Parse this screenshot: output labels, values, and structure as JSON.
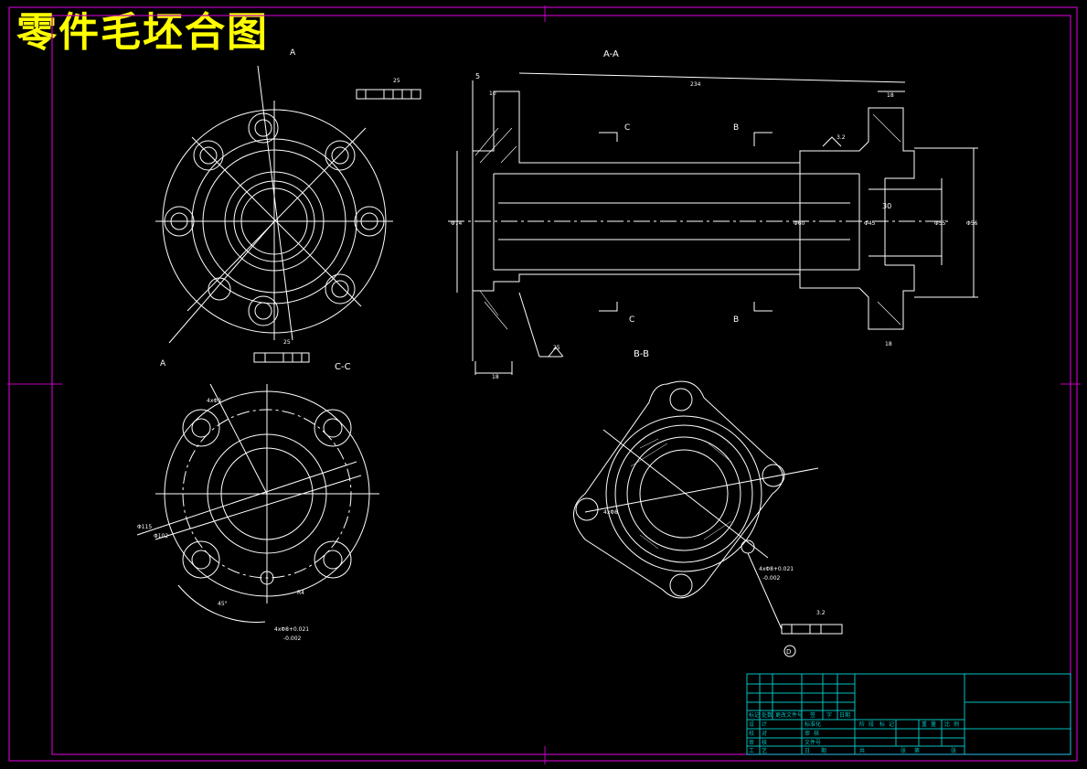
{
  "title": "零件毛坯合图",
  "views": {
    "section_aa": "A-A",
    "section_bb": "B-B",
    "section_cc": "C-C",
    "arrow_a_top": "A",
    "arrow_a_bottom": "A",
    "cut_c_top": "C",
    "cut_c_bottom": "C",
    "cut_b_top": "B",
    "cut_b_bottom": "B",
    "datum_d": "D"
  },
  "dimensions": {
    "top_5": "5",
    "top_10": "10",
    "length_234": "234",
    "right_18": "18",
    "dia_30": "30",
    "dia_left": "Φ74",
    "dia_mid": "Φ60",
    "dia_right_45": "Φ45",
    "dia_right_55": "Φ55",
    "dia_outer": "Φ56",
    "bottom_right_18": "18",
    "bottom_left_18": "18",
    "roughness_a": "25",
    "roughness_b": "25",
    "roughness_c": "25",
    "roughness_d": "3.2",
    "cc_115": "Φ115",
    "cc_102": "Φ102",
    "cc_angle": "45°",
    "cc_hole": "4xΦ9",
    "cc_tol1": "4xΦ8+0.021",
    "cc_tol2": "-0.002",
    "cc_r4": "R4",
    "bb_tol1": "4xΦ8+0.021",
    "bb_tol2": "-0.002",
    "bb_hole": "4xΦ8",
    "bb_rough": "3.2"
  },
  "title_block": {
    "r1": [
      "标记",
      "处数",
      "更改文件号",
      "签",
      "字",
      "日期"
    ],
    "r2": [
      "设",
      "计",
      "标准化"
    ],
    "r3": [
      "校",
      "对",
      "审",
      "核"
    ],
    "r4": [
      "审",
      "核",
      "文件号"
    ],
    "r5": [
      "工",
      "艺",
      "日",
      "期"
    ],
    "stage": [
      "阶",
      "段",
      "标",
      "记"
    ],
    "weight": [
      "重",
      "量",
      "比",
      "例"
    ],
    "sheet": [
      "共",
      "张",
      "第",
      "张"
    ]
  },
  "colors": {
    "background": "#000000",
    "drawing_line": "#ffffff",
    "frame": "#c000c0",
    "inner_frame": "#ffffff",
    "title_block": "#00c0c0",
    "title_text": "#ffff00"
  }
}
